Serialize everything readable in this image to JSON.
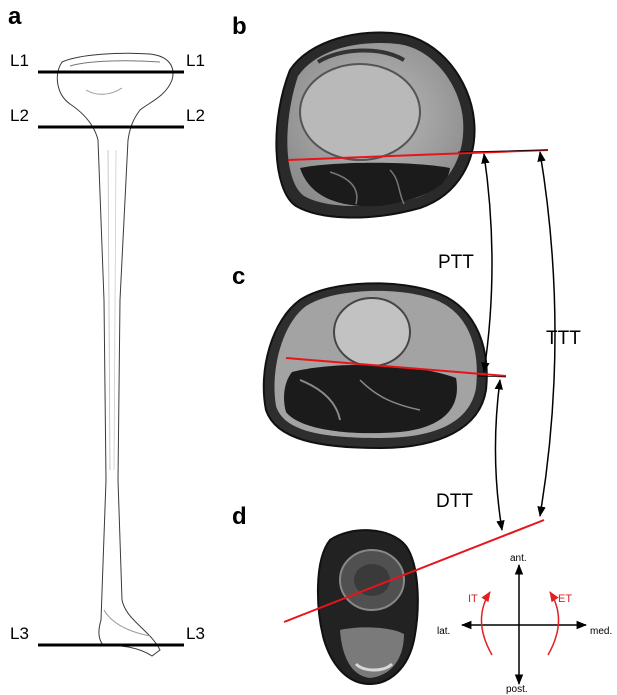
{
  "panels": {
    "a": "a",
    "b": "b",
    "c": "c",
    "d": "d"
  },
  "levels": {
    "l1": "L1",
    "l2": "L2",
    "l3": "L3"
  },
  "measurements": {
    "ptt": "PTT",
    "dtt": "DTT",
    "ttt": "TTT"
  },
  "axes": {
    "anterior": "ant.",
    "posterior": "post.",
    "lateral": "lat.",
    "medial": "med."
  },
  "rotation": {
    "internal": "IT",
    "external": "ET"
  },
  "colors": {
    "reference_line": "#e8141a",
    "rotation_arrow": "#e02020",
    "level_line": "#000000",
    "mri_dark": "#1b1b1b",
    "mri_gray": "#a8a8a8"
  }
}
